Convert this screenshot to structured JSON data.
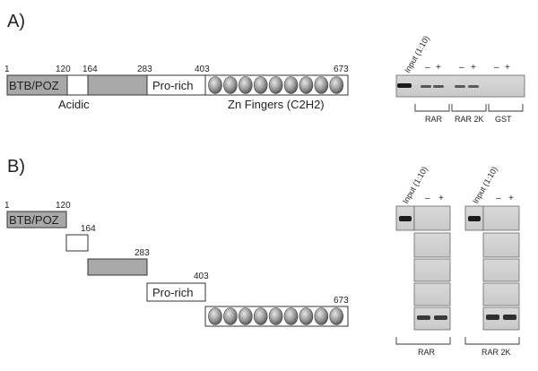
{
  "panels": {
    "a_label": "A)",
    "b_label": "B)"
  },
  "protein": {
    "positions": [
      "1",
      "120",
      "164",
      "283",
      "403",
      "673"
    ],
    "btb_label": "BTB/POZ",
    "prorich_label": "Pro-rich",
    "acidic_label": "Acidic",
    "znfinger_label": "Zn Fingers (C2H2)",
    "finger_count": 9
  },
  "blot_a": {
    "input_label": "Input (1:10)",
    "minus": "–",
    "plus": "+",
    "groups": [
      "RAR",
      "RAR 2K",
      "GST"
    ]
  },
  "blot_b": {
    "input_label": "Input (1:10)",
    "minus": "–",
    "plus": "+",
    "groups": [
      "RAR",
      "RAR 2K"
    ]
  },
  "colors": {
    "domain_fill": "#a8a8a8",
    "blot_bg": "#d6d6d6",
    "band": "#2a2a2a",
    "finger": "#8c8c8c"
  }
}
